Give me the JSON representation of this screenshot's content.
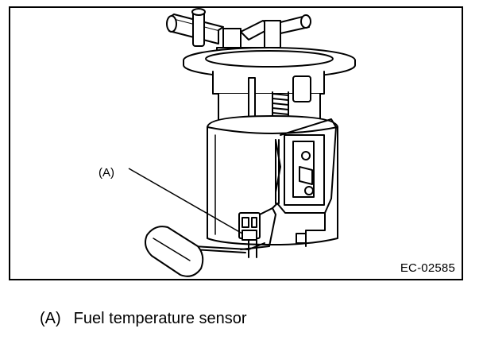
{
  "figure": {
    "callout_label": "(A)",
    "figure_code": "EC-02585"
  },
  "legend": {
    "items": [
      {
        "key": "(A)",
        "text": "Fuel temperature sensor"
      }
    ]
  }
}
